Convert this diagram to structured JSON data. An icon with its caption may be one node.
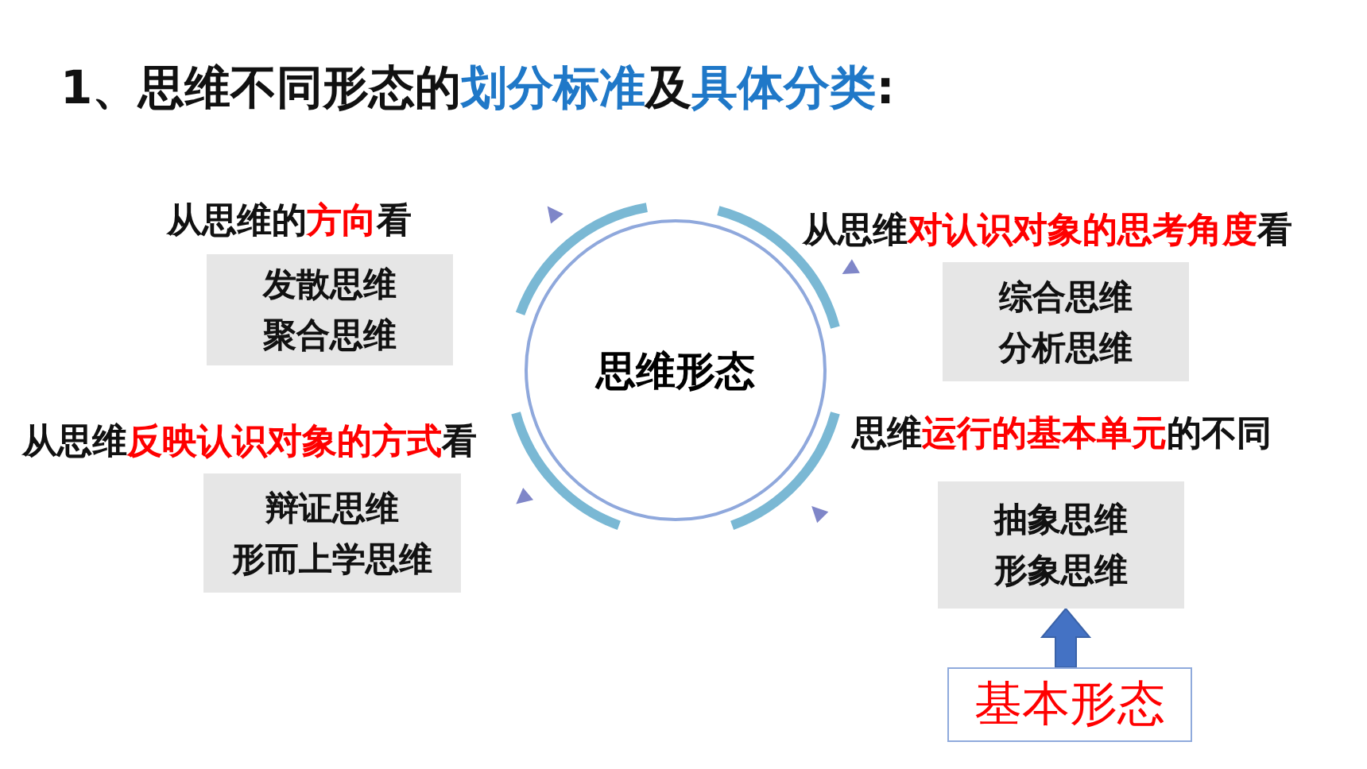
{
  "diagram": {
    "title": "1、思维不同形态的**划分标准**及**具体分类**:",
    "nodes": [
      {
        "text": [
          "思维形态"
        ]
      },
      {
        "text": [
          "从思维的**方向**看",
          "发散思维",
          "聚合思维"
        ]
      },
      {
        "text": [
          "从思维**对认识对象的思考角度**看",
          "综合思维",
          "分析思维"
        ]
      },
      {
        "text": [
          "从思维**反映认识对象的方式**看",
          "辩证思维",
          "形而上学思维"
        ]
      },
      {
        "text": [
          "思维**运行的基本单元**的不同",
          "抽象思维",
          "形象思维"
        ]
      },
      {
        "text": [
          "基本形态"
        ]
      }
    ],
    "edges": [
      {
        "from": 5,
        "to": 4,
        "arrow": "to"
      }
    ]
  }
}
